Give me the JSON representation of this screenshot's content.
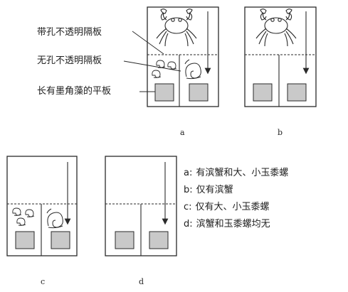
{
  "labels": {
    "perforated_board": "带孔不透明隔板",
    "solid_board": "无孔不透明隔板",
    "algae_plate": "长有墨角藻的平板"
  },
  "captions": [
    "a",
    "b",
    "c",
    "d"
  ],
  "legend": [
    {
      "key": "a:",
      "text": "有滨蟹和大、小玉黍螺"
    },
    {
      "key": "b:",
      "text": "仅有滨蟹"
    },
    {
      "key": "c:",
      "text": "仅有大、小玉黍螺"
    },
    {
      "key": "d:",
      "text": "滨蟹和玉黍螺均无"
    }
  ],
  "tanks": [
    {
      "id": "a",
      "crab": true,
      "snails": true
    },
    {
      "id": "b",
      "crab": true,
      "snails": false
    },
    {
      "id": "c",
      "crab": false,
      "snails": true
    },
    {
      "id": "d",
      "crab": false,
      "snails": false
    }
  ],
  "colors": {
    "line": "#2a2a2a",
    "plate_fill": "#c9c9c9"
  }
}
